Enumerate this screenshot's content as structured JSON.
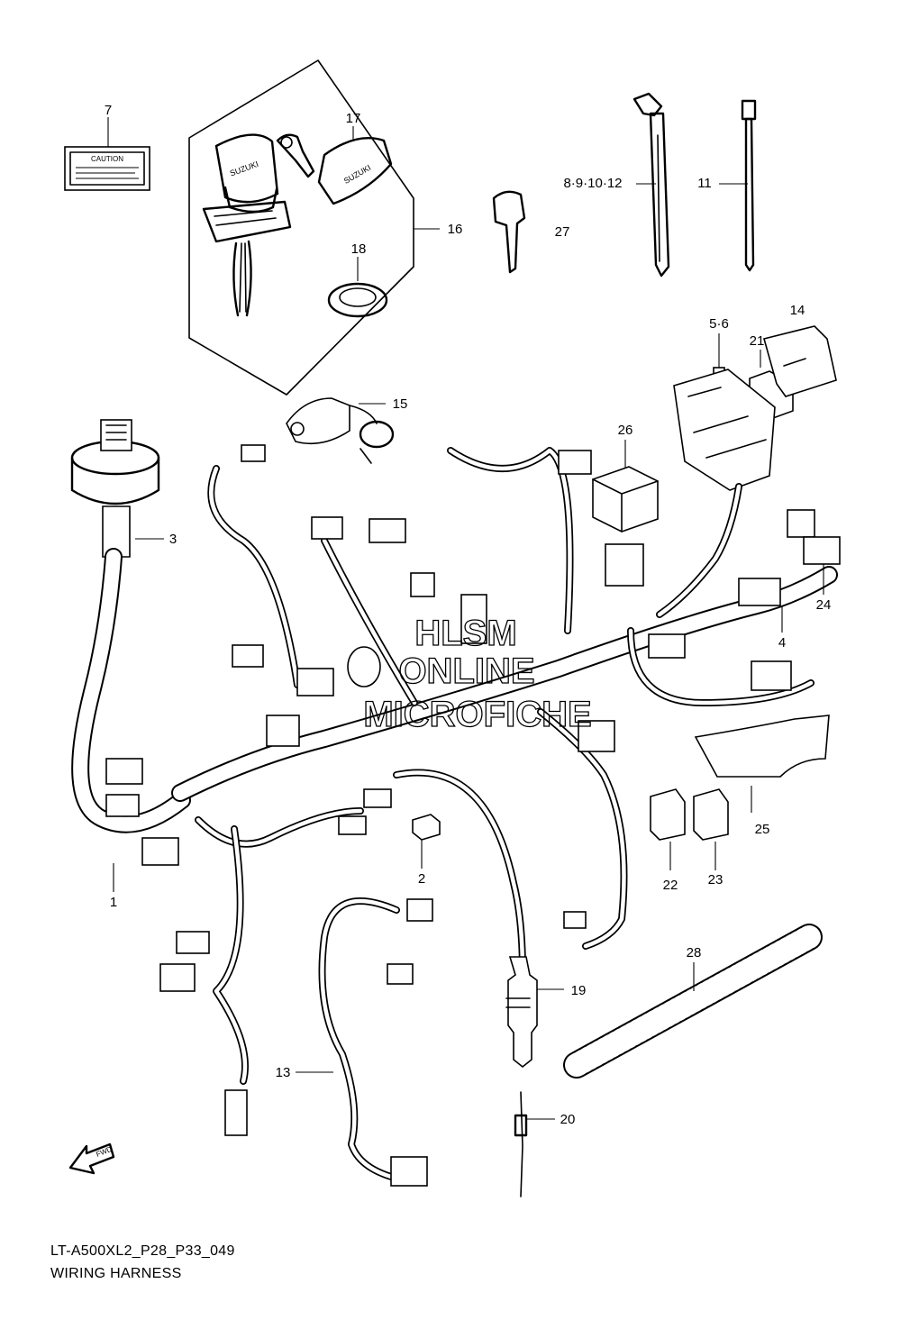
{
  "labels": {
    "p1": "1",
    "p2": "2",
    "p3": "3",
    "p4": "4",
    "p56": "5·6",
    "p7": "7",
    "p891012": "8·9·10·12",
    "p11": "11",
    "p13": "13",
    "p14": "14",
    "p15": "15",
    "p16": "16",
    "p17": "17",
    "p18": "18",
    "p19": "19",
    "p20": "20",
    "p21": "21",
    "p22": "22",
    "p23": "23",
    "p24": "24",
    "p25": "25",
    "p26": "26",
    "p27": "27",
    "p28": "28"
  },
  "caution_label_text": "CAUTION",
  "key_brand_text": "SUZUKI",
  "fwd_text": "FWD",
  "watermark": {
    "line1": "HLSM",
    "line2": "ONLINE",
    "line3": "MICROFICHE"
  },
  "caption": {
    "code": "LT-A500XL2_P28_P33_049",
    "title": "WIRING HARNESS"
  }
}
